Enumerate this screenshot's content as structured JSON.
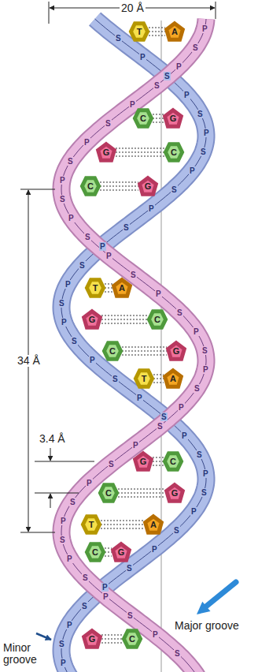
{
  "diagram": {
    "nodes": [
      {
        "text": [
          "T"
        ]
      },
      {
        "text": [
          "A"
        ]
      },
      {
        "text": [
          "C"
        ]
      },
      {
        "text": [
          "G"
        ]
      },
      {
        "text": [
          "G"
        ]
      },
      {
        "text": [
          "C"
        ]
      },
      {
        "text": [
          "C"
        ]
      },
      {
        "text": [
          "G"
        ]
      },
      {
        "text": [
          "T"
        ]
      },
      {
        "text": [
          "A"
        ]
      },
      {
        "text": [
          "G"
        ]
      },
      {
        "text": [
          "C"
        ]
      },
      {
        "text": [
          "C"
        ]
      },
      {
        "text": [
          "G"
        ]
      },
      {
        "text": [
          "T"
        ]
      },
      {
        "text": [
          "A"
        ]
      },
      {
        "text": [
          "G"
        ]
      },
      {
        "text": [
          "C"
        ]
      },
      {
        "text": [
          "C"
        ]
      },
      {
        "text": [
          "G"
        ]
      },
      {
        "text": [
          "T"
        ]
      },
      {
        "text": [
          "A"
        ]
      },
      {
        "text": [
          "C"
        ]
      },
      {
        "text": [
          "G"
        ]
      },
      {
        "text": [
          "G"
        ]
      },
      {
        "text": [
          "C"
        ]
      }
    ],
    "edges": [
      {
        "from": 0,
        "to": 1,
        "arrow": "none"
      },
      {
        "from": 2,
        "to": 3,
        "arrow": "none"
      },
      {
        "from": 4,
        "to": 5,
        "arrow": "none"
      },
      {
        "from": 6,
        "to": 7,
        "arrow": "none"
      },
      {
        "from": 8,
        "to": 9,
        "arrow": "none"
      },
      {
        "from": 10,
        "to": 11,
        "arrow": "none"
      },
      {
        "from": 12,
        "to": 13,
        "arrow": "none"
      },
      {
        "from": 14,
        "to": 15,
        "arrow": "none"
      },
      {
        "from": 16,
        "to": 17,
        "arrow": "none"
      },
      {
        "from": 18,
        "to": 19,
        "arrow": "none"
      },
      {
        "from": 20,
        "to": 21,
        "arrow": "none"
      },
      {
        "from": 22,
        "to": 23,
        "arrow": "none"
      },
      {
        "from": 24,
        "to": 25,
        "arrow": "none"
      }
    ],
    "labels": [
      "20 Å",
      "34 Å",
      "3.4 Å",
      "Minor groove",
      "Major groove",
      "P",
      "S",
      "P",
      "S",
      "P",
      "S",
      "P",
      "S",
      "P",
      "S",
      "P",
      "S",
      "P",
      "S",
      "P",
      "S",
      "P",
      "S",
      "P",
      "S",
      "P",
      "S",
      "P",
      "S",
      "P",
      "S",
      "P",
      "S",
      "P",
      "S",
      "P",
      "S",
      "P",
      "S",
      "S",
      "P",
      "S",
      "P",
      "S",
      "P",
      "S",
      "P",
      "S",
      "P",
      "S",
      "P",
      "S",
      "P",
      "S",
      "P",
      "S",
      "P",
      "S",
      "P",
      "S",
      "P",
      "S",
      "P",
      "S",
      "P",
      "S",
      "P",
      "S",
      "P",
      "S",
      "P",
      "S",
      "P"
    ]
  }
}
